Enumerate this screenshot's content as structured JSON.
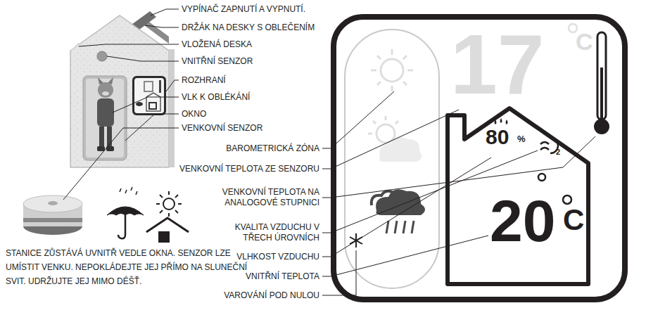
{
  "diagram": {
    "labels": [
      "VYPÍNAČ ZAPNUTÍ A VYPNUTÍ.",
      "DRŽÁK NA DESKY S OBLEČENÍM",
      "VLOŽENÁ DESKA",
      "VNITŘNÍ SENZOR",
      "ROZHRANÍ",
      "VLK K OBLÉKÁNÍ",
      "OKNO",
      "VENKOVNÍ SENZOR",
      "STANICE ZŮSTÁVÁ UVNITŘ VEDLE OKNA. SENZOR LZE UMÍSTIT VENKU. NEPOKLÁDEJTE JEJ PŘÍMO NA SLUNEČNÍ SVIT. UDRŽUJTE JEJ MIMO DÉŠŤ.",
      "BAROMETRICKÁ ZÓNA",
      "VENKOVNÍ TEPLOTA ZE SENZORU",
      "VENKOVNÍ TEPLOTA NA ANALOGOVÉ STUPNICI",
      "KVALITA VZDUCHU V TŘECH ÚROVNÍCH",
      "VLHKOST VZDUCHU",
      "VNITŘNÍ TEPLOTA",
      "VAROVÁNÍ POD NULOU",
      "17",
      "C",
      "80",
      "%",
      "20",
      "C",
      "2"
    ]
  }
}
